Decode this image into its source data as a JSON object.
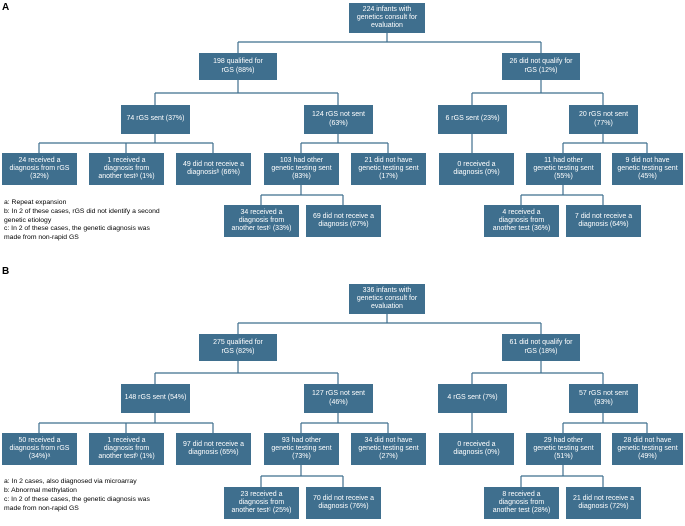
{
  "panel_a": {
    "label": "A",
    "nodes": {
      "root": "224 infants with\ngenetics consult for\nevaluation",
      "qualified": "198 qualified for\nrGS (88%)",
      "not_qualify": "26 did not qualify for\nrGS (12%)",
      "rgs_sent": "74 rGS sent (37%)",
      "rgs_not_sent": "124 rGS not sent\n(63%)",
      "nq_rgs_sent": "6 rGS sent (23%)",
      "nq_rgs_not_sent": "20 rGS not sent\n(77%)",
      "dx_rgs": "24 received a\ndiagnosis from rGS\n(32%)",
      "dx_other_test": "1 received a\ndiagnosis from\nanother testᵃ (1%)",
      "no_dx": "49 did not receive a\ndiagnosisᵇ (66%)",
      "other_testing": "103 had other\ngenetic testing sent\n(83%)",
      "no_other_testing": "21 did not have\ngenetic testing sent\n(17%)",
      "nq_dx": "0 received a\ndiagnosis (0%)",
      "nq_other_testing": "11 had other\ngenetic testing sent\n(55%)",
      "nq_no_other_testing": "9 did not have\ngenetic testing sent\n(45%)",
      "other_dx": "34 received a\ndiagnosis from\nanother testᶜ (33%)",
      "other_no_dx": "69 did not receive a\ndiagnosis (67%)",
      "nq_other_dx": "4 received a\ndiagnosis from\nanother test (36%)",
      "nq_other_no_dx": "7 did not receive a\ndiagnosis (64%)"
    },
    "footnotes": [
      "a: Repeat expansion",
      "b: In 2 of these cases, rGS did not identify a second\ngenetic etiology",
      "c: In 2 of these cases, the genetic diagnosis was\nmade from non-rapid GS"
    ]
  },
  "panel_b": {
    "label": "B",
    "nodes": {
      "root": "336 infants with\ngenetics consult for\nevaluation",
      "qualified": "275 qualified for\nrGS (82%)",
      "not_qualify": "61 did not qualify for\nrGS (18%)",
      "rgs_sent": "148 rGS sent (54%)",
      "rgs_not_sent": "127 rGS not sent\n(46%)",
      "nq_rgs_sent": "4 rGS sent (7%)",
      "nq_rgs_not_sent": "57 rGS not sent\n(93%)",
      "dx_rgs": "50 received a\ndiagnosis from rGS\n(34%)ᵃ",
      "dx_other_test": "1 received a\ndiagnosis from\nanother testᵇ (1%)",
      "no_dx": "97 did not receive a\ndiagnosis (65%)",
      "other_testing": "93 had other\ngenetic testing sent\n(73%)",
      "no_other_testing": "34 did not have\ngenetic testing sent\n(27%)",
      "nq_dx": "0 received a\ndiagnosis (0%)",
      "nq_other_testing": "29 had other\ngenetic testing sent\n(51%)",
      "nq_no_other_testing": "28 did not have\ngenetic testing sent\n(49%)",
      "other_dx": "23 received a\ndiagnosis from\nanother testᶜ (25%)",
      "other_no_dx": "70 did not receive a\ndiagnosis (76%)",
      "nq_other_dx": "8 received a\ndiagnosis from\nanother test (28%)",
      "nq_other_no_dx": "21 did not receive a\ndiagnosis (72%)"
    },
    "footnotes": [
      "a: In 2 cases, also diagnosed via microarray",
      "b: Abnormal methylation",
      "c: In 2 of these cases, the genetic diagnosis was\nmade from non-rapid GS"
    ]
  },
  "colors": {
    "box": "#3f6f8e",
    "connector": "#3f6f8e",
    "text": "#ffffff"
  }
}
